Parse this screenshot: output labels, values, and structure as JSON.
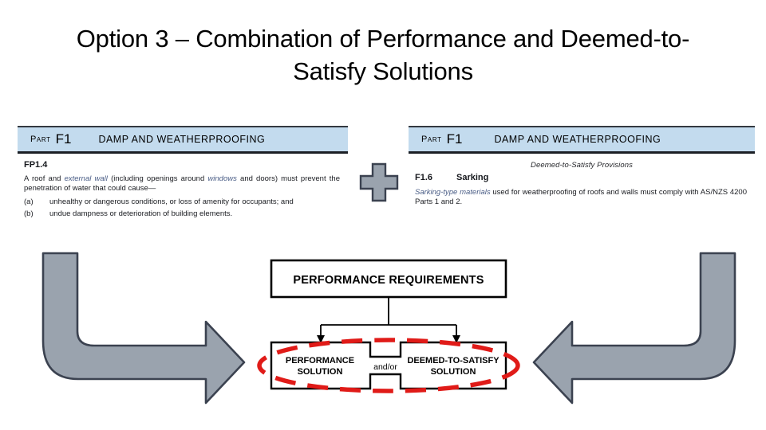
{
  "slide": {
    "title": "Option 3 – Combination of Performance and Deemed-to-Satisfy Solutions"
  },
  "documents": {
    "left": {
      "header": {
        "part_word": "Part",
        "part_number": "F1",
        "part_title": "DAMP AND WEATHERPROOFING"
      },
      "clause_id": "FP1.4",
      "body_segments": [
        {
          "text": "A roof and ",
          "style": "normal"
        },
        {
          "text": "external wall",
          "style": "defined-term"
        },
        {
          "text": " (including openings around ",
          "style": "normal"
        },
        {
          "text": "windows",
          "style": "defined-term"
        },
        {
          "text": " and doors) must prevent the penetration of water that could cause—",
          "style": "normal"
        }
      ],
      "sub_items": [
        {
          "label": "(a)",
          "text": "unhealthy or dangerous conditions, or loss of amenity for occupants; and"
        },
        {
          "label": "(b)",
          "text": "undue dampness or deterioration of building elements."
        }
      ]
    },
    "right": {
      "header": {
        "part_word": "Part",
        "part_number": "F1",
        "part_title": "DAMP AND WEATHERPROOFING"
      },
      "caption": "Deemed-to-Satisfy Provisions",
      "clause_number": "F1.6",
      "clause_heading": "Sarking",
      "body_segments": [
        {
          "text": "Sarking-type materials",
          "style": "defined-term"
        },
        {
          "text": " used for weatherproofing of roofs and walls must comply with AS/NZS 4200 Parts 1 and 2.",
          "style": "normal"
        }
      ]
    }
  },
  "flowchart": {
    "top_box": "PERFORMANCE REQUIREMENTS",
    "left_cell_line1": "PERFORMANCE",
    "left_cell_line2": "SOLUTION",
    "connector_label": "and/or",
    "right_cell_line1": "DEEMED-TO-SATISFY",
    "right_cell_line2": "SOLUTION",
    "highlight_shape": "red-dashed-ellipse"
  },
  "colors": {
    "header_blue": "#c3dbee",
    "arrow_gray": "#9aa3ae",
    "arrow_outline": "#3b4250",
    "highlight_red": "#e01b18",
    "defined_term_blue": "#4a5d86",
    "box_outline": "#000000"
  }
}
